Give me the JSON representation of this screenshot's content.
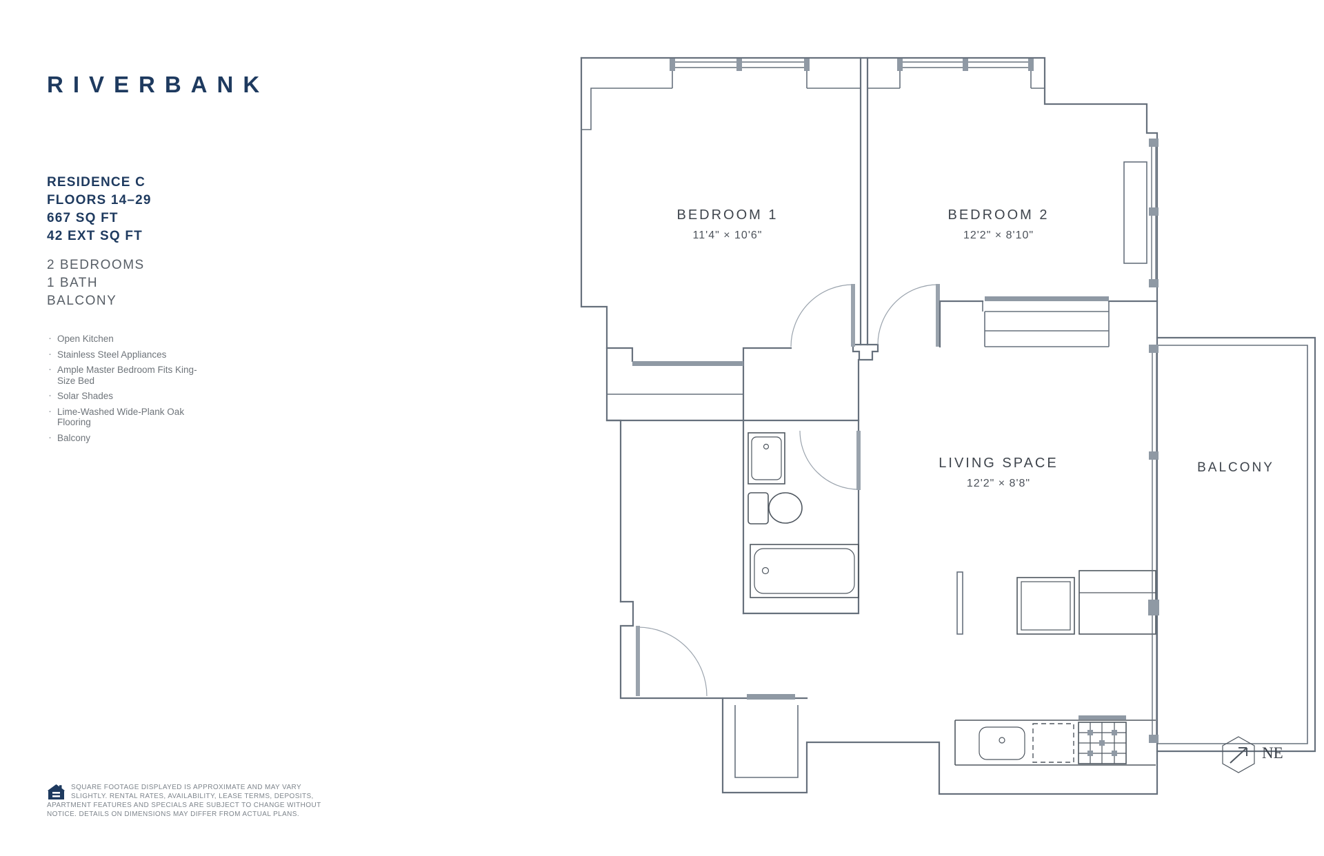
{
  "brand": {
    "logo": "RIVERBANK"
  },
  "residence": {
    "name": "RESIDENCE C",
    "floors": "FLOORS 14–29",
    "area": "667 SQ FT",
    "ext_area": "42 EXT SQ FT"
  },
  "unit_layout": {
    "bedrooms": "2 BEDROOMS",
    "bath": "1 BATH",
    "balcony": "BALCONY"
  },
  "features": [
    "Open Kitchen",
    "Stainless Steel Appliances",
    "Ample Master Bedroom Fits King-Size Bed",
    "Solar Shades",
    "Lime-Washed Wide-Plank Oak Flooring",
    "Balcony"
  ],
  "floorplan": {
    "rooms": [
      {
        "name": "BEDROOM 1",
        "dims": "11'4\" × 10'6\""
      },
      {
        "name": "BEDROOM 2",
        "dims": "12'2\" × 8'10\""
      },
      {
        "name": "LIVING SPACE",
        "dims": "12'2\" × 8'8\""
      },
      {
        "name": "BALCONY",
        "dims": ""
      }
    ],
    "compass": {
      "label": "NE"
    }
  },
  "disclaimer": "SQUARE FOOTAGE DISPLAYED IS APPROXIMATE AND MAY VARY SLIGHTLY. RENTAL RATES, AVAILABILITY, LEASE TERMS, DEPOSITS, APARTMENT FEATURES AND SPECIALS ARE SUBJECT TO CHANGE WITHOUT NOTICE. DETAILS ON DIMENSIONS MAY DIFFER FROM ACTUAL PLANS.",
  "colors": {
    "navy": "#1e3a5f",
    "wall": "#66707c",
    "accent_gray": "#9aa3ad",
    "label": "#3f454d",
    "muted": "#6e747a"
  }
}
